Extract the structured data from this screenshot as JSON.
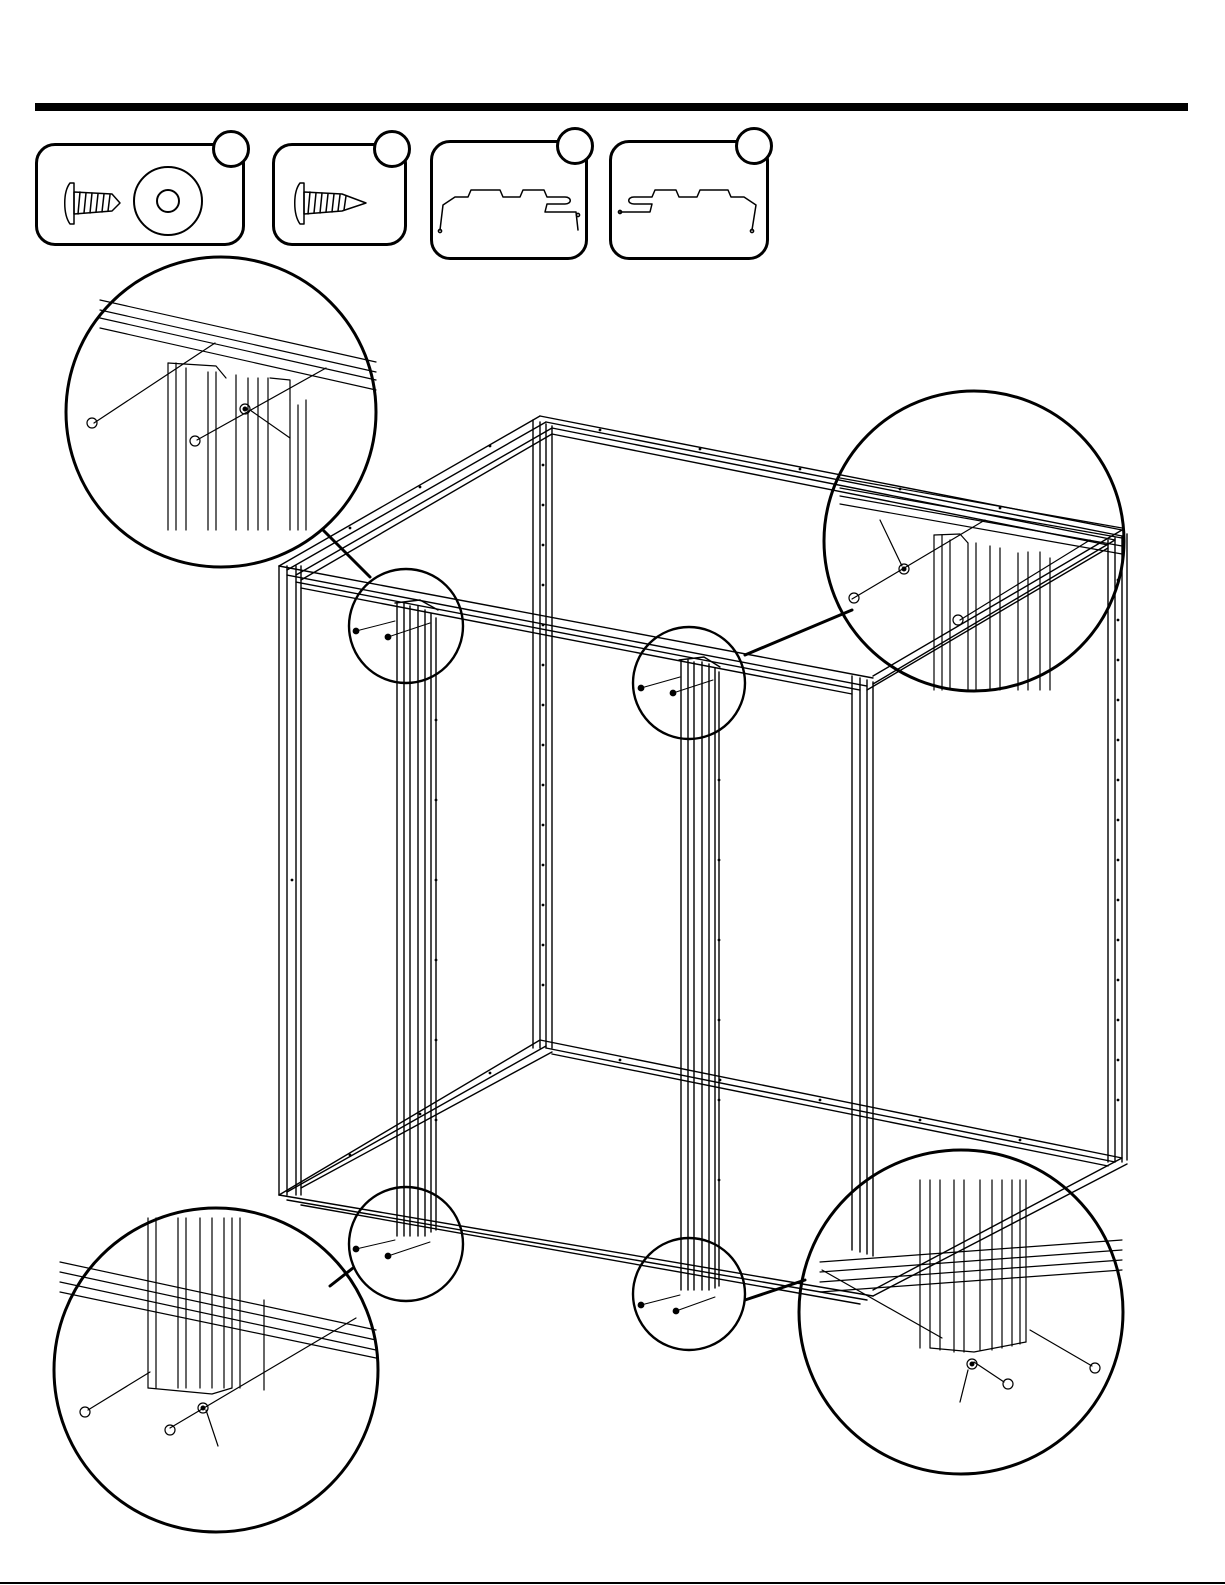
{
  "page": {
    "parts": [
      {
        "id": "screw-washer",
        "icon": "screw-with-washer-icon",
        "badge": ""
      },
      {
        "id": "screw",
        "icon": "screw-icon",
        "badge": ""
      },
      {
        "id": "panel-left",
        "icon": "panel-profile-icon",
        "badge": ""
      },
      {
        "id": "panel-right",
        "icon": "panel-profile-icon",
        "badge": ""
      }
    ],
    "callouts": [
      "detail-top-left",
      "detail-top-right",
      "detail-bottom-left",
      "detail-bottom-right"
    ],
    "colors": {
      "ink": "#000000",
      "paper": "#ffffff"
    }
  }
}
